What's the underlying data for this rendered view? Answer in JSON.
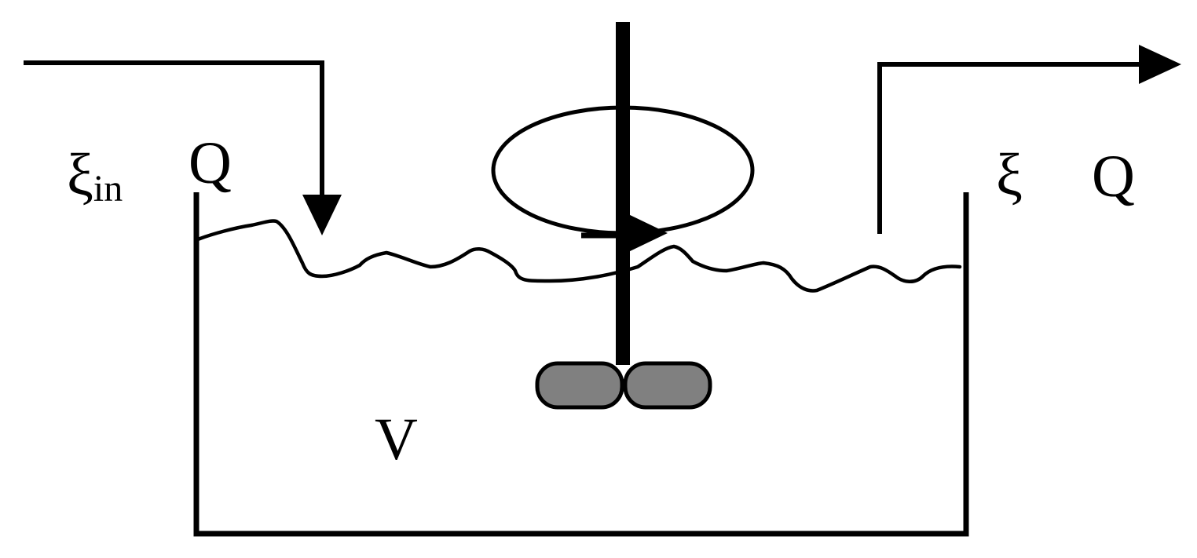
{
  "labels": {
    "inlet_concentration": "ξ",
    "inlet_subscript": "in",
    "inlet_flow": "Q",
    "outlet_concentration": "ξ",
    "outlet_flow": "Q",
    "volume": "V"
  },
  "colors": {
    "stroke": "#000000",
    "impeller_fill": "#808080",
    "background": "#ffffff"
  }
}
